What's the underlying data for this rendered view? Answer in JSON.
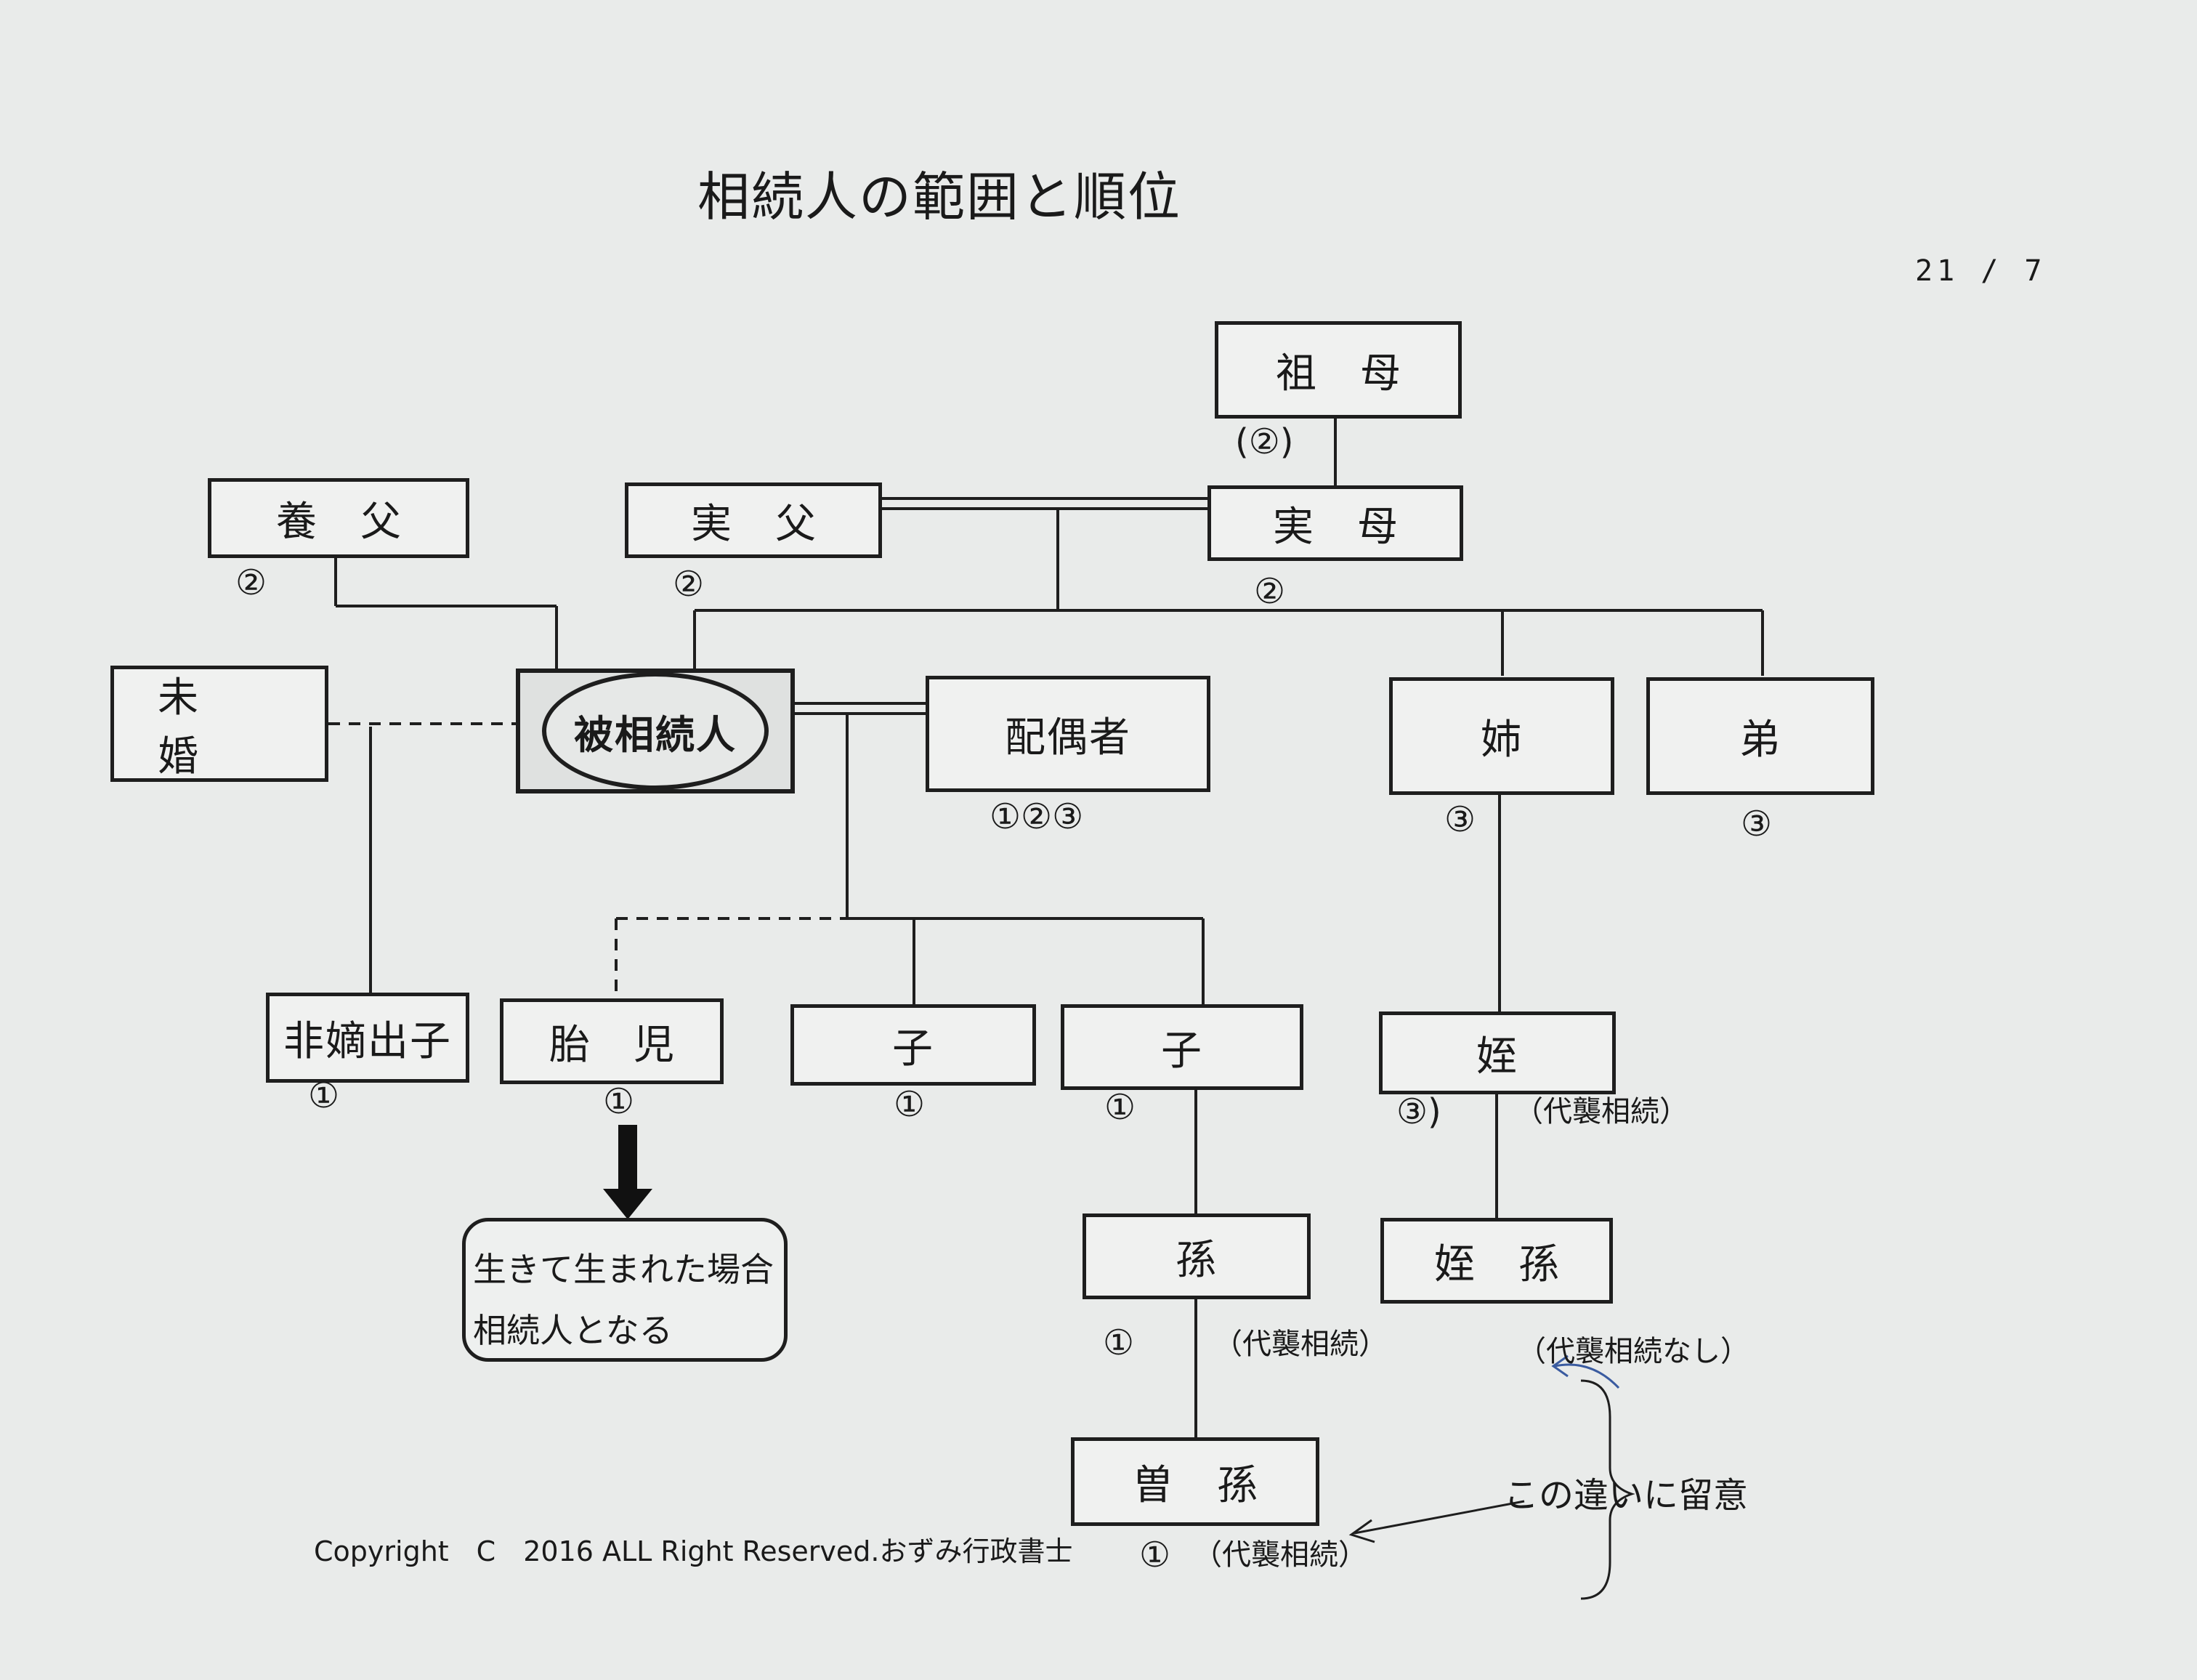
{
  "title": "相続人の範囲と順位",
  "page_number": "21 / 7",
  "copyright": "Copyright　C　2016 ALL Right Reserved.おずみ行政書士",
  "boxes": {
    "grandmother": "祖母",
    "adoptive_father": "養父",
    "biological_father": "実父",
    "biological_mother": "実母",
    "unmarried": "未婚",
    "decedent": "被相続人",
    "spouse": "配偶者",
    "elder_sister": "姉",
    "younger_brother": "弟",
    "illegitimate_child": "非嫡出子",
    "fetus": "胎児",
    "child_1": "子",
    "child_2": "子",
    "nephew_niece": "姪",
    "grandchild": "孫",
    "grandniece": "姪孫",
    "great_grandchild": "曽孫"
  },
  "ranks": {
    "grandmother": "(②)",
    "adoptive_father": "②",
    "biological_father": "②",
    "biological_mother": "②",
    "spouse": "①②③",
    "elder_sister": "③",
    "younger_brother": "③",
    "illegitimate_child": "①",
    "fetus": "①",
    "child_1": "①",
    "child_2": "①",
    "nephew_niece": "③)",
    "grandchild": "①",
    "great_grandchild": "①"
  },
  "annotations": {
    "nephew_daishu": "（代襲相続）",
    "grandchild_daishu": "（代襲相続）",
    "great_grandchild_daishu": "（代襲相続）",
    "grandniece_no_daishu": "（代襲相続なし）",
    "note_difference": "この違いに留意",
    "fetus_note_line1": "生きて生まれた場合",
    "fetus_note_line2": "相続人となる"
  }
}
